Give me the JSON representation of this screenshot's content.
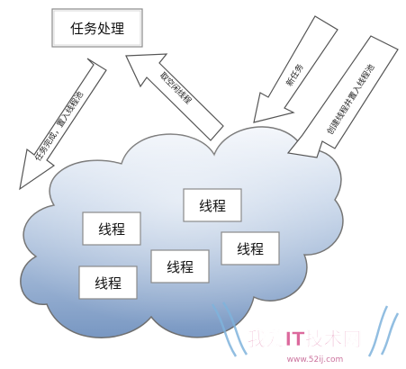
{
  "task_box": {
    "label": "任务处理"
  },
  "arrows": {
    "task_done": "任务完成，置入线程池",
    "get_idle": "取空闲线程",
    "new_task": "新任务",
    "create_thread": "创建线程并置入线程池"
  },
  "threads": [
    {
      "label": "线程"
    },
    {
      "label": "线程"
    },
    {
      "label": "线程"
    },
    {
      "label": "线程"
    },
    {
      "label": "线程"
    }
  ],
  "watermark": {
    "main": "我爱IT技术网",
    "sub": "www.52ij.com"
  },
  "colors": {
    "cloud_top": "#e9eff7",
    "cloud_bottom": "#7f9dc4",
    "box_border": "#8a8a8a",
    "watermark": "#d6508c"
  }
}
